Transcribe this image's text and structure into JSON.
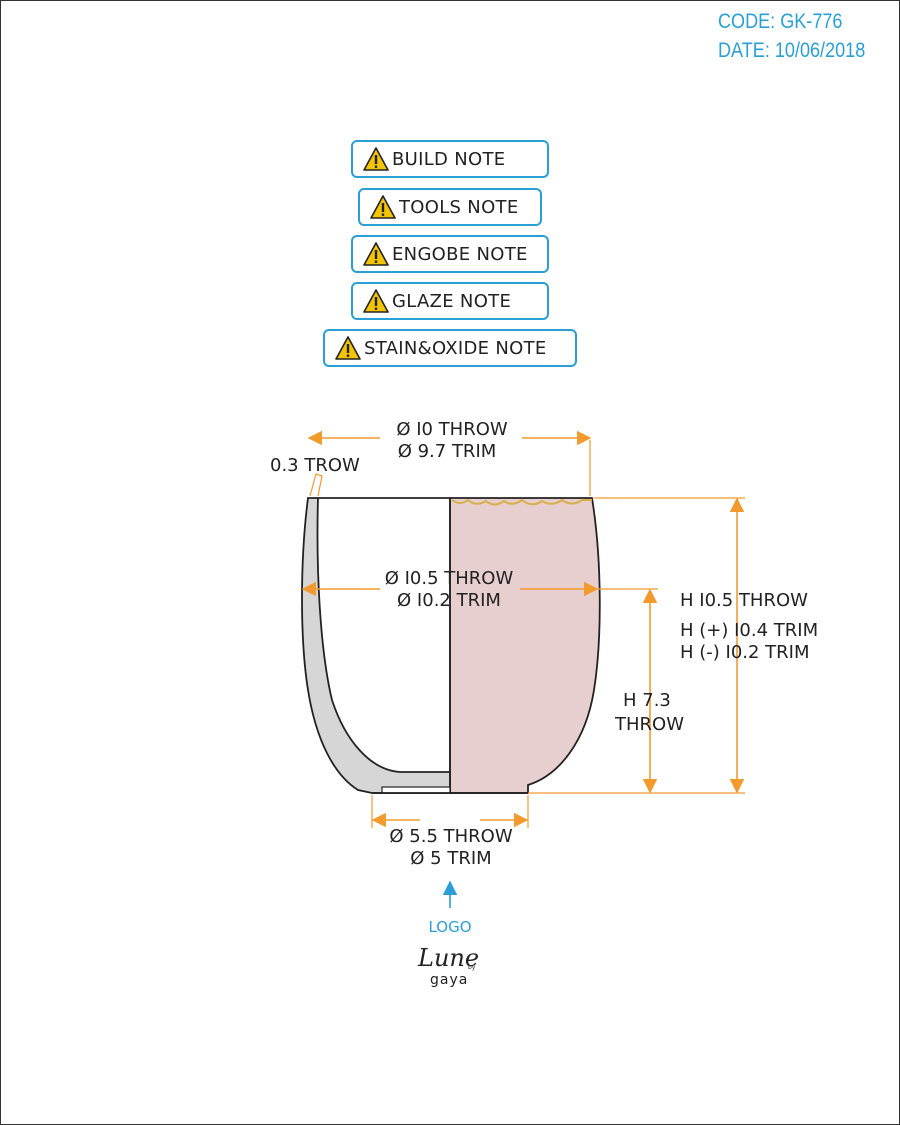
{
  "header": {
    "code": "CODE: GK-776",
    "date": "DATE: 10/06/2018"
  },
  "notes": [
    {
      "label": "BUILD NOTE"
    },
    {
      "label": "TOOLS NOTE"
    },
    {
      "label": "ENGOBE NOTE"
    },
    {
      "label": "GLAZE NOTE"
    },
    {
      "label": "STAIN&OXIDE NOTE"
    }
  ],
  "dimensions": {
    "top_throw": "Ø I0 THROW",
    "top_trim": "Ø 9.7 TRIM",
    "wall": "0.3 TROW",
    "mid_throw": "Ø I0.5 THROW",
    "mid_trim": "Ø I0.2 TRIM",
    "height_throw": "H I0.5 THROW",
    "height_trim_plus": "H (+) I0.4 TRIM",
    "height_trim_minus": "H (-) I0.2 TRIM",
    "inner_h_1": "H 7.3",
    "inner_h_2": "THROW",
    "base_throw": "Ø 5.5 THROW",
    "base_trim": "Ø 5 TRIM"
  },
  "logo": {
    "label": "LOGO",
    "brand_script": "Lune",
    "brand_by": "by",
    "brand_name": "gaya"
  },
  "colors": {
    "accent_blue": "#2a9fd6",
    "dimension_orange": "#f39a2e",
    "glaze_pink": "#e8cfcf",
    "wall_gray": "#d6d6d6",
    "warning_yellow": "#f2c500",
    "rim_gold": "#d6b04a"
  }
}
